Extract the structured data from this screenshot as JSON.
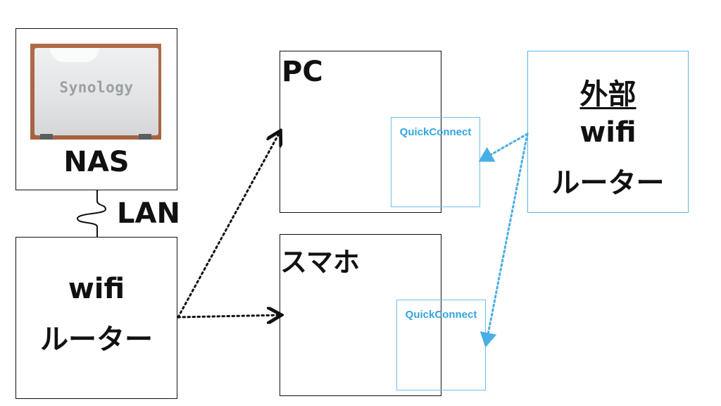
{
  "nas": {
    "label": "NAS",
    "brand": "Synology"
  },
  "lan_label": "LAN",
  "home_router": {
    "line1": "wifi",
    "line2": "ルーター"
  },
  "pc": {
    "label": "PC",
    "quickconnect": "QuickConnect"
  },
  "smartphone": {
    "label": "スマホ",
    "quickconnect": "QuickConnect"
  },
  "external_router": {
    "line1": "外部",
    "line2": "wifi",
    "line3": "ルーター"
  },
  "colors": {
    "box_border": "#111111",
    "external_accent": "#5ab4e5",
    "quickconnect_text": "#33a4e0",
    "connection_black": "#111111",
    "connection_blue": "#4aaee6"
  }
}
